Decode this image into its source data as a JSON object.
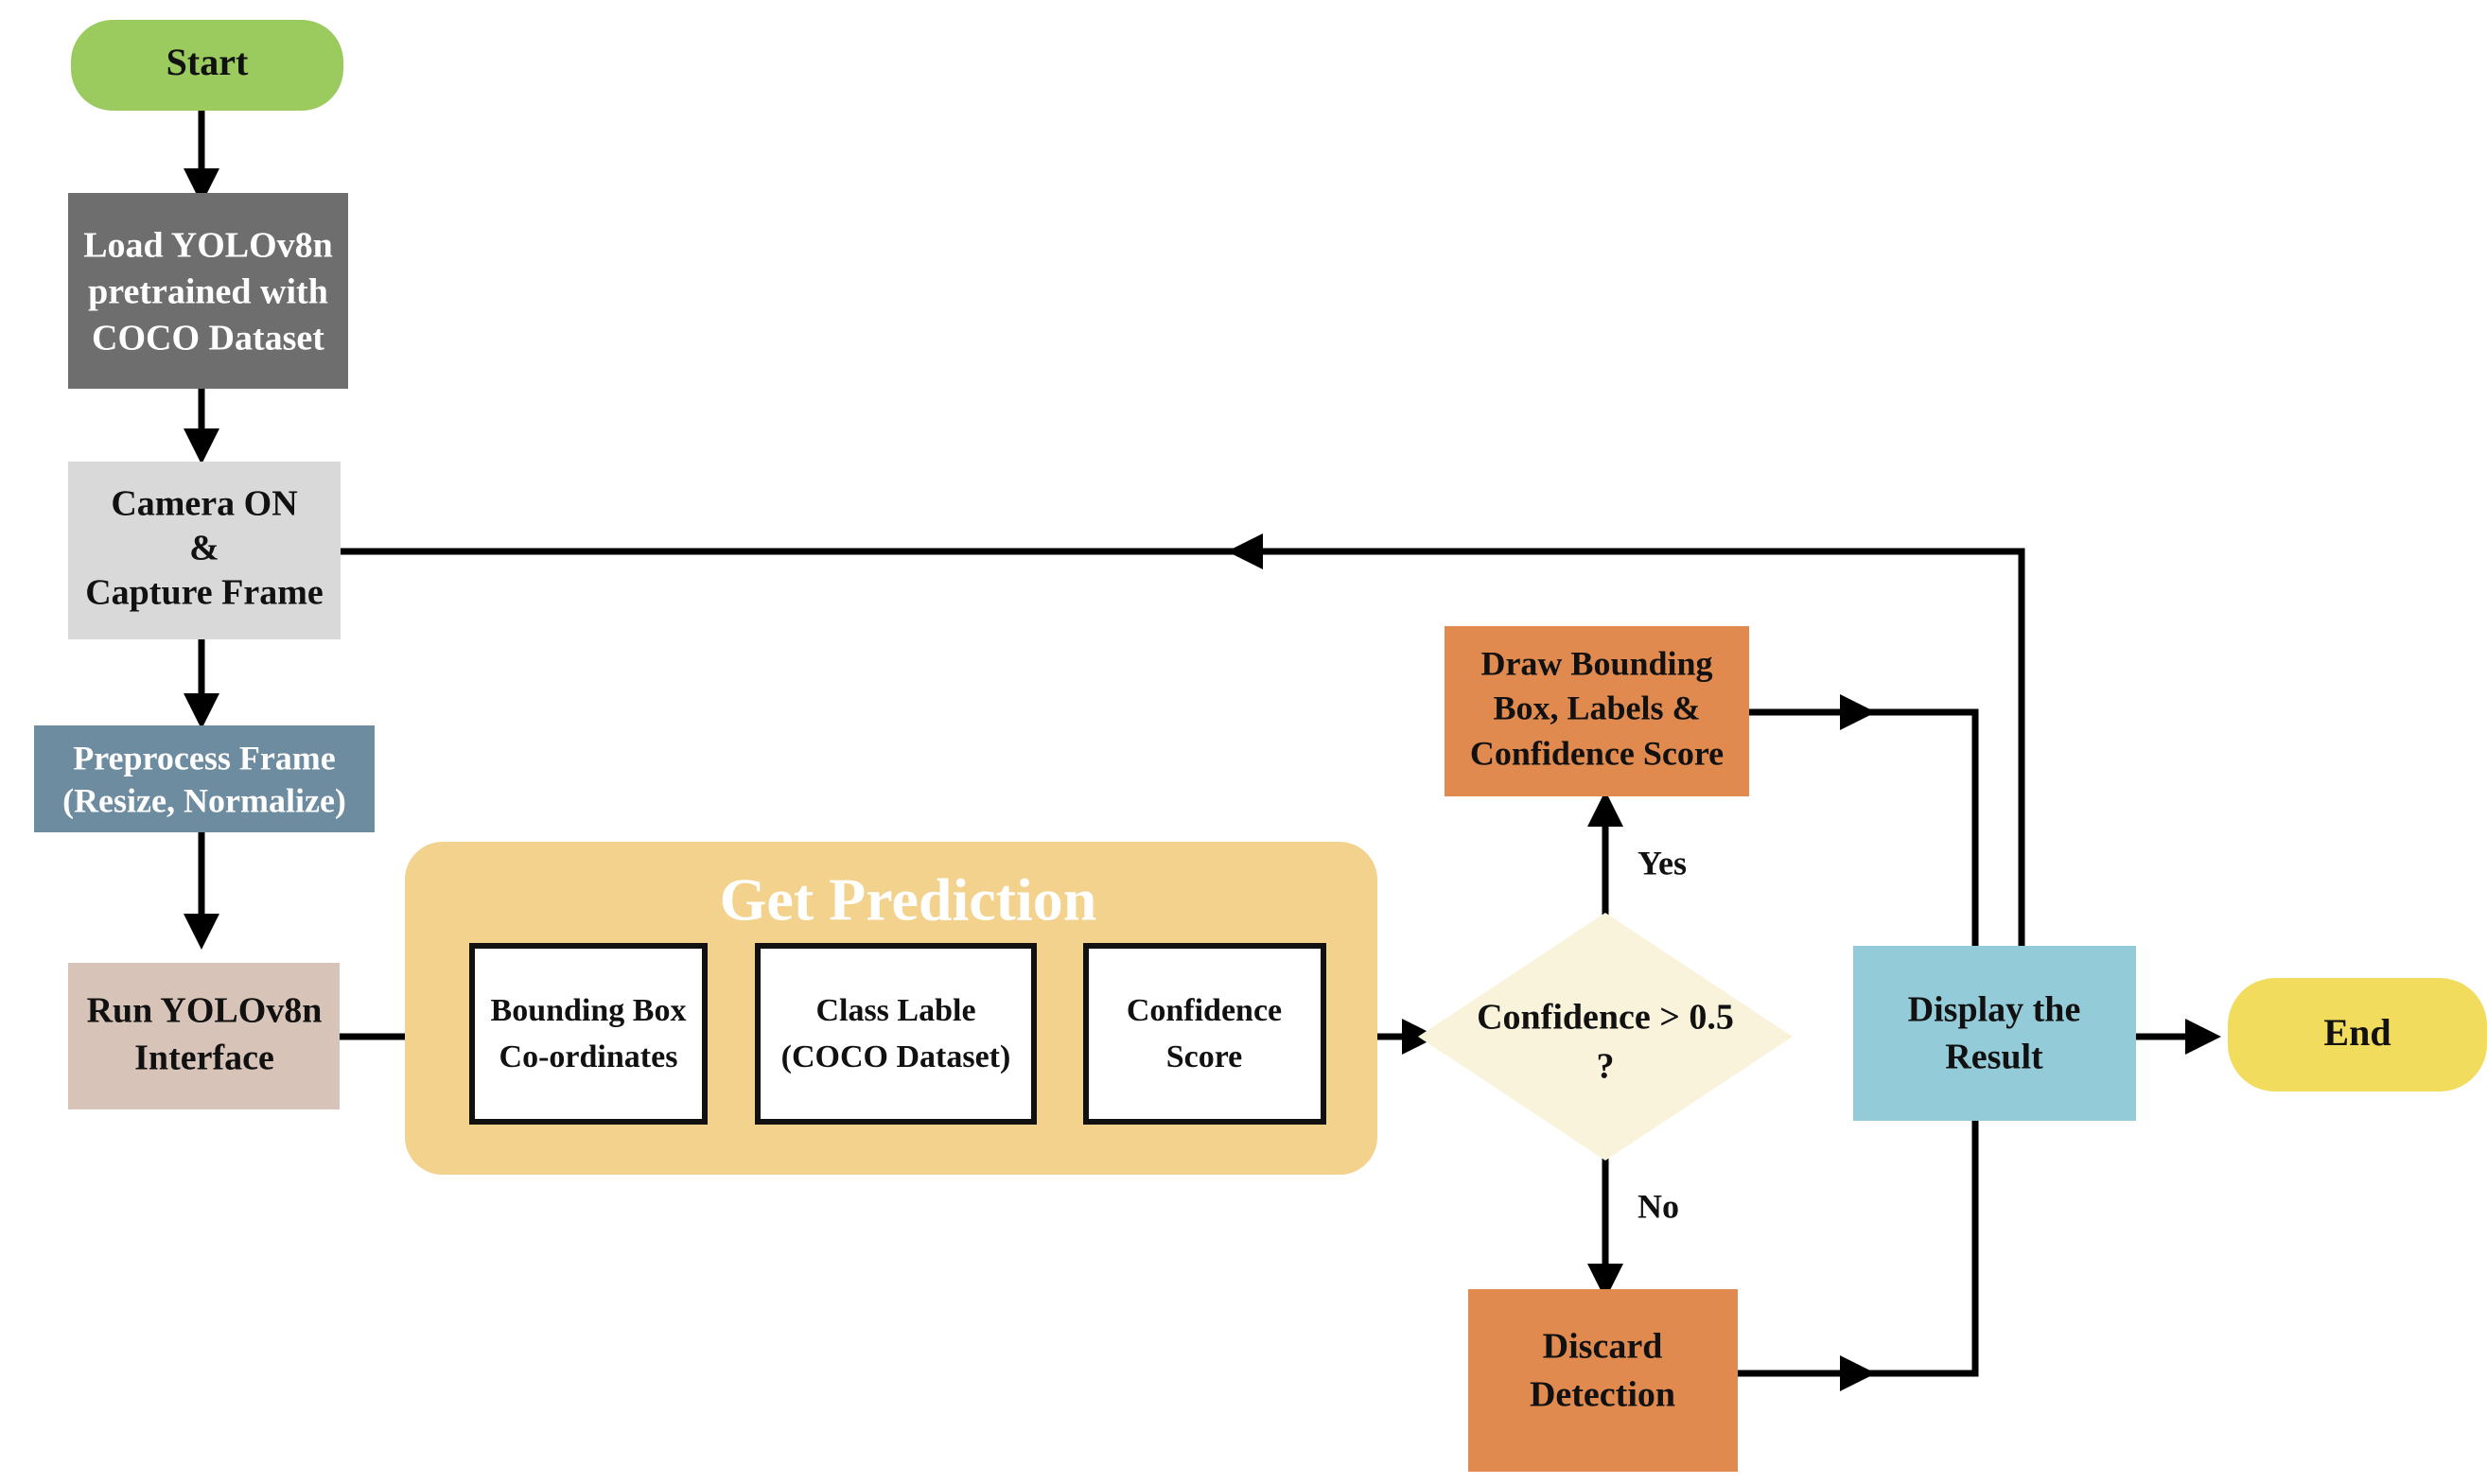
{
  "diagram": {
    "title": "YOLOv8n Real-Time Object Detection Flowchart",
    "colors": {
      "start_green": "#9BCB5E",
      "load_gray": "#6E6E6E",
      "camera_lightgray": "#D9D9D9",
      "preprocess_steelblue": "#6E8CA0",
      "run_tan": "#D7C3B8",
      "group_yellow": "#F2D28C",
      "inner_white": "#FFFFFF",
      "decision_cream": "#FAF3DC",
      "action_orange": "#E08A4F",
      "display_skyblue": "#93CBD8",
      "end_yellow": "#F2DC5E",
      "edge_black": "#000000"
    },
    "nodes": [
      {
        "id": "start",
        "label": "Start",
        "shape": "terminator",
        "fill": "#9BCB5E",
        "text_color": "#111111"
      },
      {
        "id": "load_model",
        "label": "Load YOLOv8n\npretrained with\nCOCO Dataset",
        "shape": "process",
        "fill": "#6E6E6E",
        "text_color": "#FFFFFF"
      },
      {
        "id": "camera",
        "label": "Camera ON\n&\nCapture Frame",
        "shape": "process",
        "fill": "#D9D9D9",
        "text_color": "#111111"
      },
      {
        "id": "preprocess",
        "label": "Preprocess Frame\n(Resize, Normalize)",
        "shape": "process",
        "fill": "#6E8CA0",
        "text_color": "#FFFFFF"
      },
      {
        "id": "run_infer",
        "label": "Run YOLOv8n\nInterface",
        "shape": "process",
        "fill": "#D7C3B8",
        "text_color": "#111111"
      },
      {
        "id": "group",
        "label": "Get Prediction",
        "shape": "group",
        "fill": "#F2D28C",
        "text_color": "#FFFFFF"
      },
      {
        "id": "bbox_coords",
        "label": "Bounding Box\nCo-ordinates",
        "shape": "process",
        "fill": "#FFFFFF",
        "text_color": "#111111"
      },
      {
        "id": "class_label",
        "label": "Class Lable\n(COCO Dataset)",
        "shape": "process",
        "fill": "#FFFFFF",
        "text_color": "#111111"
      },
      {
        "id": "conf_score",
        "label": "Confidence\nScore",
        "shape": "process",
        "fill": "#FFFFFF",
        "text_color": "#111111"
      },
      {
        "id": "decision",
        "label": "Confidence > 0.5\n?",
        "shape": "decision",
        "fill": "#FAF3DC",
        "text_color": "#111111"
      },
      {
        "id": "draw_box",
        "label": "Draw Bounding\nBox, Labels &\nConfidence Score",
        "shape": "process",
        "fill": "#E08A4F",
        "text_color": "#111111"
      },
      {
        "id": "discard",
        "label": "Discard\nDetection",
        "shape": "process",
        "fill": "#E08A4F",
        "text_color": "#111111"
      },
      {
        "id": "display",
        "label": "Display the\nResult",
        "shape": "process",
        "fill": "#93CBD8",
        "text_color": "#111111"
      },
      {
        "id": "end",
        "label": "End",
        "shape": "terminator",
        "fill": "#F2DC5E",
        "text_color": "#111111"
      }
    ],
    "node_text": {
      "start": "Start",
      "load_model_l1": "Load YOLOv8n",
      "load_model_l2": "pretrained with",
      "load_model_l3": "COCO Dataset",
      "camera_l1": "Camera ON",
      "camera_l2": "&",
      "camera_l3": "Capture Frame",
      "preprocess_l1": "Preprocess Frame",
      "preprocess_l2": "(Resize, Normalize)",
      "run_infer_l1": "Run YOLOv8n",
      "run_infer_l2": "Interface",
      "group_title": "Get Prediction",
      "bbox_coords_l1": "Bounding Box",
      "bbox_coords_l2": "Co-ordinates",
      "class_label_l1": "Class Lable",
      "class_label_l2": "(COCO Dataset)",
      "conf_score_l1": "Confidence",
      "conf_score_l2": "Score",
      "decision_l1": "Confidence > 0.5",
      "decision_l2": "?",
      "draw_box_l1": "Draw Bounding",
      "draw_box_l2": "Box, Labels &",
      "draw_box_l3": "Confidence Score",
      "discard_l1": "Discard",
      "discard_l2": "Detection",
      "display_l1": "Display the",
      "display_l2": "Result",
      "end": "End"
    },
    "edge_labels": {
      "yes": "Yes",
      "no": "No"
    },
    "edges": [
      {
        "from": "start",
        "to": "load_model",
        "label": ""
      },
      {
        "from": "load_model",
        "to": "camera",
        "label": ""
      },
      {
        "from": "camera",
        "to": "preprocess",
        "label": ""
      },
      {
        "from": "preprocess",
        "to": "run_infer",
        "label": ""
      },
      {
        "from": "run_infer",
        "to": "bbox_coords",
        "label": ""
      },
      {
        "from": "bbox_coords",
        "to": "class_label",
        "label": ""
      },
      {
        "from": "class_label",
        "to": "conf_score",
        "label": ""
      },
      {
        "from": "conf_score",
        "to": "decision",
        "label": ""
      },
      {
        "from": "decision",
        "to": "draw_box",
        "label": "Yes"
      },
      {
        "from": "decision",
        "to": "discard",
        "label": "No"
      },
      {
        "from": "draw_box",
        "to": "display",
        "label": ""
      },
      {
        "from": "discard",
        "to": "display",
        "label": ""
      },
      {
        "from": "display",
        "to": "end",
        "label": ""
      },
      {
        "from": "display",
        "to": "camera",
        "label": ""
      }
    ]
  }
}
